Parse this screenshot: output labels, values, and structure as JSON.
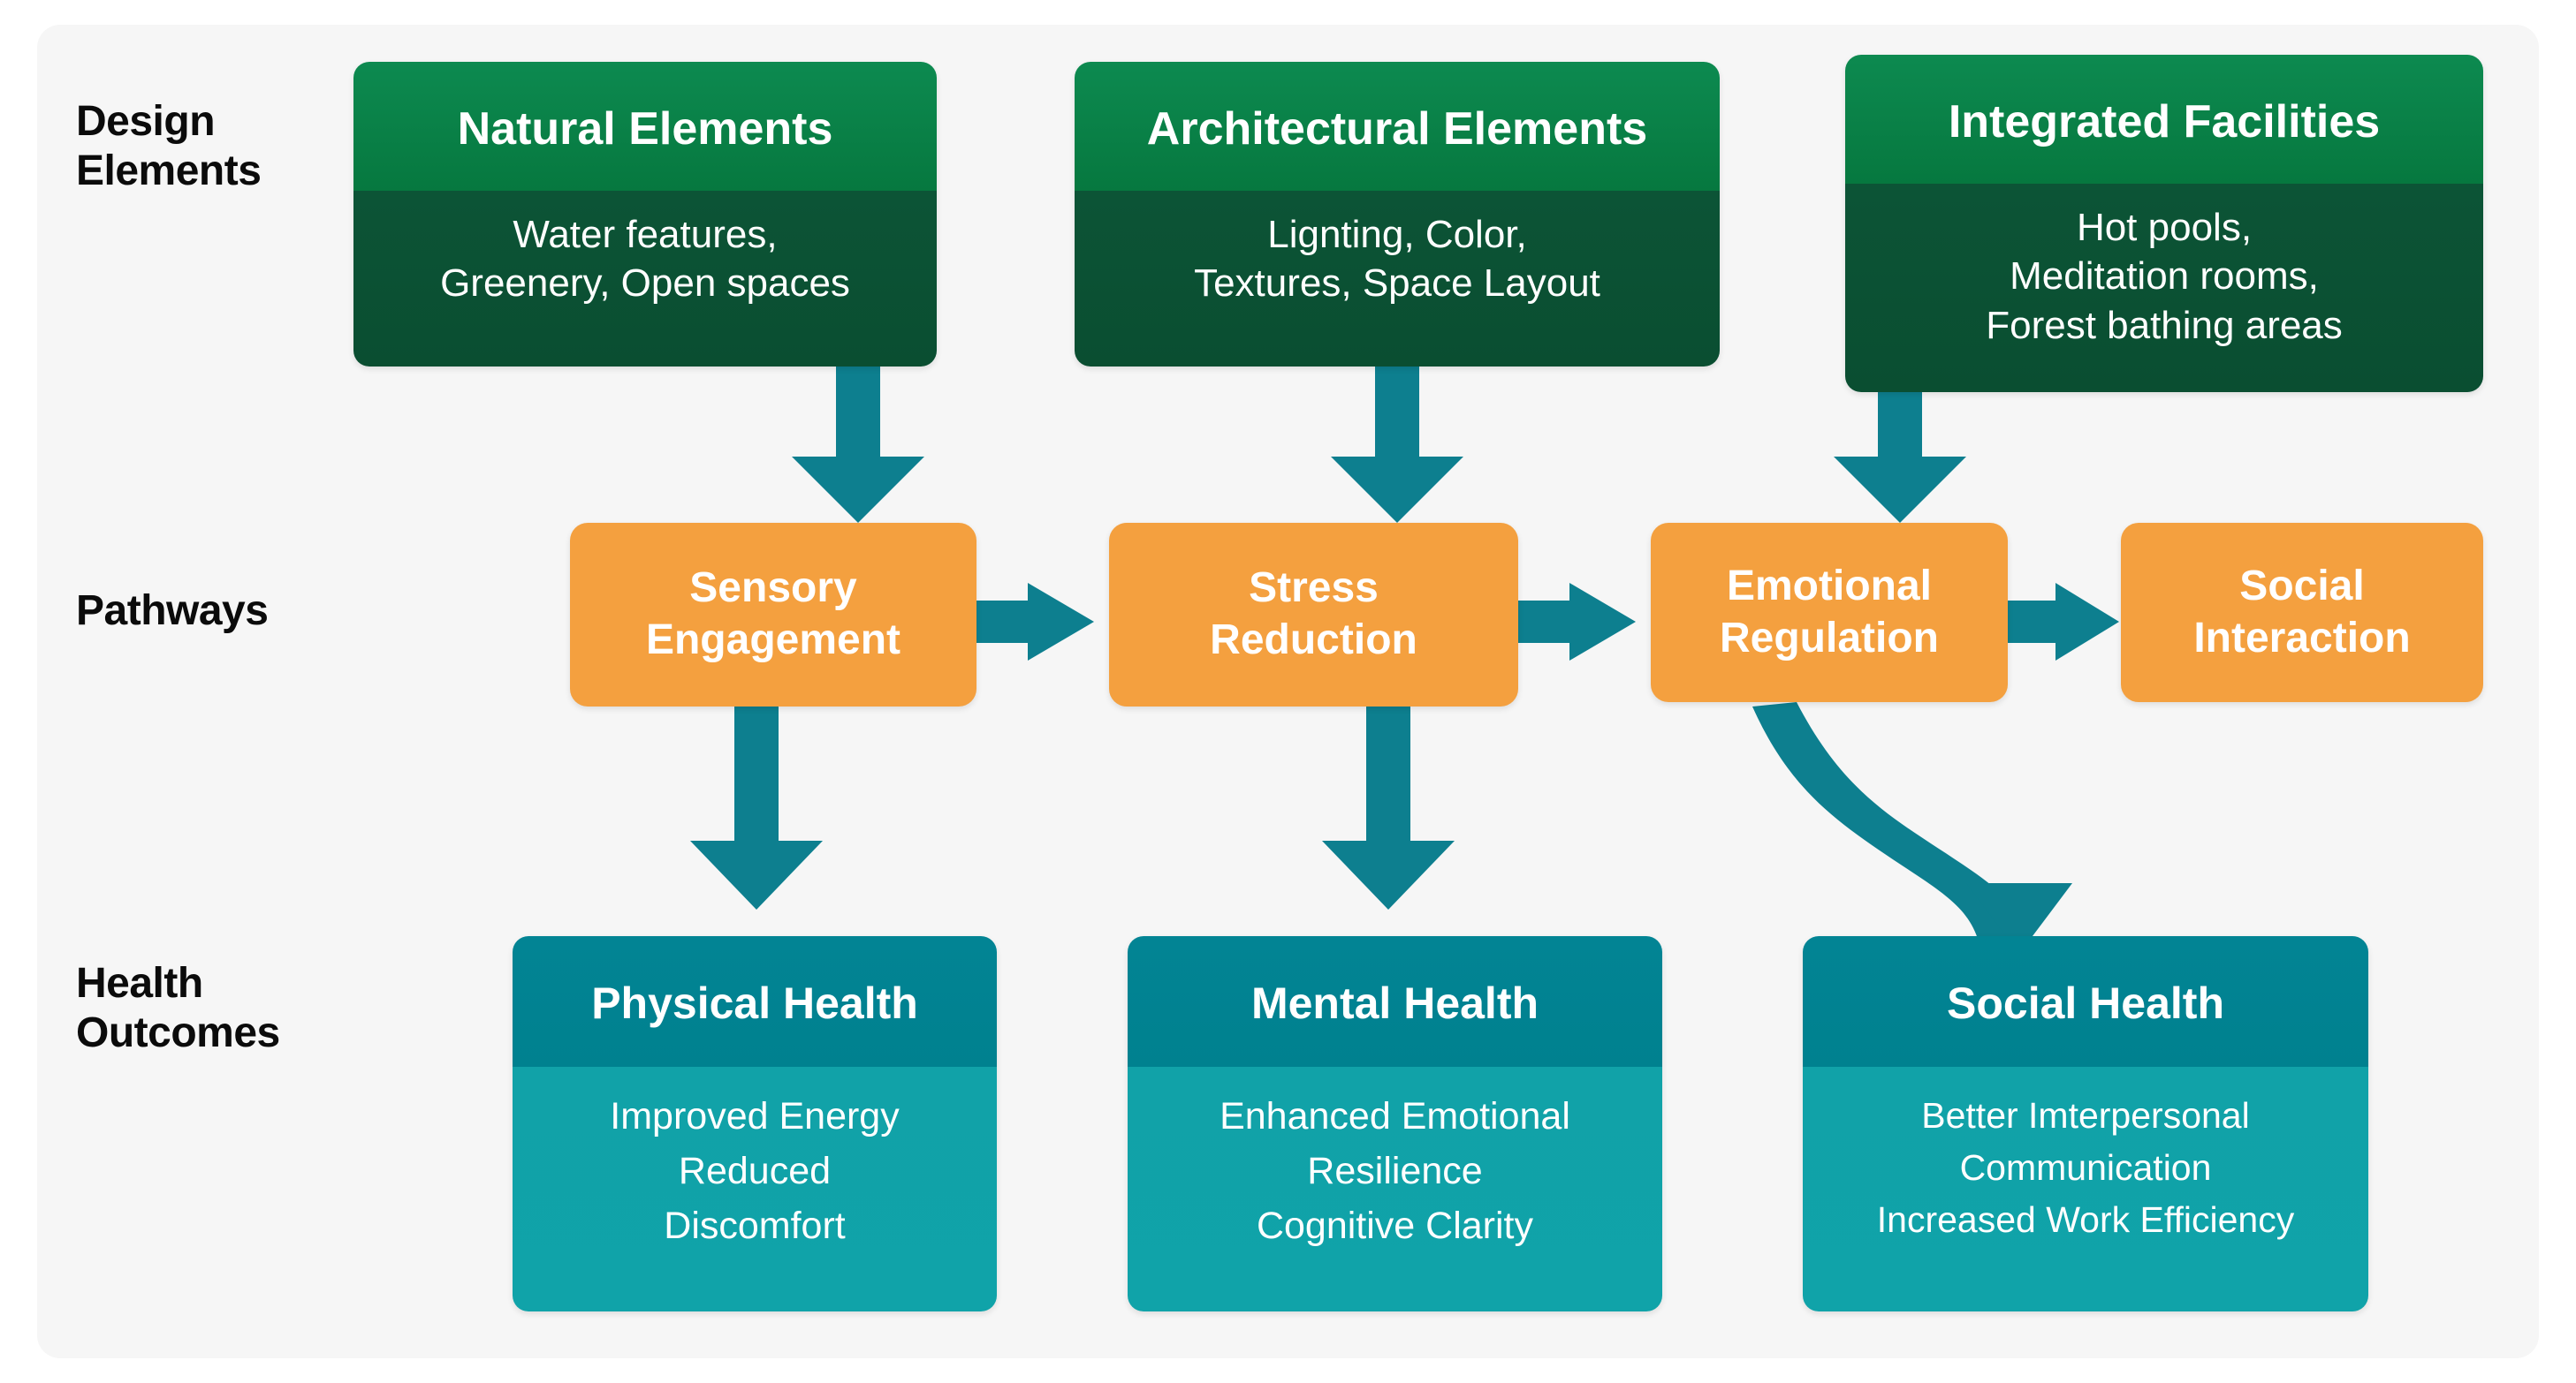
{
  "theme": {
    "background": "#ffffff",
    "canvas": "#f6f6f6",
    "green_header": "#0d8a50",
    "green_body": "#0c5436",
    "orange": "#f4a03f",
    "teal_header": "#00818f",
    "teal_body": "#10a3a9",
    "arrow": "#0d7f8f",
    "text_dark": "#0b0b0b",
    "text_light": "#ffffff"
  },
  "rows": {
    "design_elements": "Design\nElements",
    "pathways": "Pathways",
    "health_outcomes": "Health\nOutcomes"
  },
  "design_elements": [
    {
      "title": "Natural Elements",
      "items": "Water features,\nGreenery, Open spaces"
    },
    {
      "title": "Architectural Elements",
      "items": "Lignting, Color,\nTextures, Space Layout"
    },
    {
      "title": "Integrated Facilities",
      "items": "Hot pools,\nMeditation rooms,\nForest bathing areas"
    }
  ],
  "pathways": [
    {
      "label": "Sensory\nEngagement"
    },
    {
      "label": "Stress\nReduction"
    },
    {
      "label": "Emotional\nRegulation"
    },
    {
      "label": "Social\nInteraction"
    }
  ],
  "health_outcomes": [
    {
      "title": "Physical Health",
      "items": "Improved Energy\nReduced\nDiscomfort"
    },
    {
      "title": "Mental Health",
      "items": "Enhanced Emotional\nResilience\nCognitive Clarity"
    },
    {
      "title": "Social Health",
      "items": "Better Imterpersonal\nCommunication\nIncreased Work Efficiency"
    }
  ],
  "connections": [
    {
      "from": "Natural Elements",
      "to": "Sensory Engagement",
      "kind": "down-arrow"
    },
    {
      "from": "Architectural Elements",
      "to": "Stress Reduction",
      "kind": "down-arrow"
    },
    {
      "from": "Integrated Facilities",
      "to": "Emotional Regulation",
      "kind": "down-arrow"
    },
    {
      "from": "Sensory Engagement",
      "to": "Stress Reduction",
      "kind": "right-arrow"
    },
    {
      "from": "Stress Reduction",
      "to": "Emotional Regulation",
      "kind": "right-arrow"
    },
    {
      "from": "Emotional Regulation",
      "to": "Social Interaction",
      "kind": "right-arrow"
    },
    {
      "from": "Sensory Engagement",
      "to": "Physical Health",
      "kind": "down-arrow"
    },
    {
      "from": "Stress Reduction",
      "to": "Mental Health",
      "kind": "down-arrow"
    },
    {
      "from": "Emotional Regulation",
      "to": "Social Health",
      "kind": "curved-arrow"
    }
  ]
}
